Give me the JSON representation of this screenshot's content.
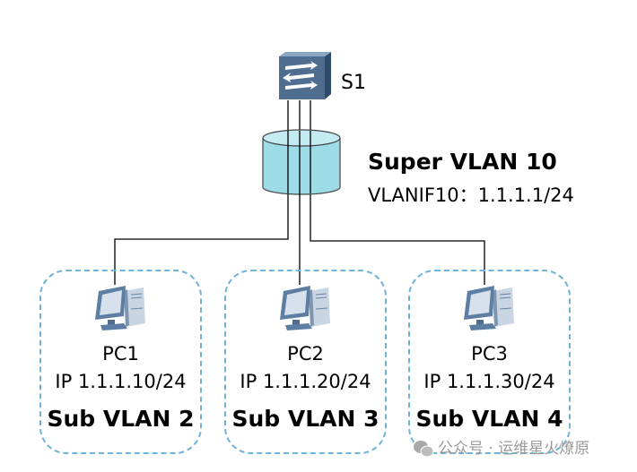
{
  "switch": {
    "label": "S1",
    "icon": "switch-icon"
  },
  "super_vlan": {
    "title": "Super VLAN 10",
    "interface": "VLANIF10：1.1.1.1/24",
    "color": "#9ddbe6"
  },
  "sub_vlans": [
    {
      "pc": "PC1",
      "ip": "IP 1.1.1.10/24",
      "vlan": "Sub VLAN 2"
    },
    {
      "pc": "PC2",
      "ip": "IP 1.1.1.20/24",
      "vlan": "Sub VLAN 3"
    },
    {
      "pc": "PC3",
      "ip": "IP 1.1.1.30/24",
      "vlan": "Sub VLAN 4"
    }
  ],
  "watermark": {
    "text": "公众号 · 运维星火燎原",
    "icon": "wechat-icon"
  },
  "colors": {
    "box_border": "#6fb3d8",
    "switch_body": "#4e6d8f"
  }
}
